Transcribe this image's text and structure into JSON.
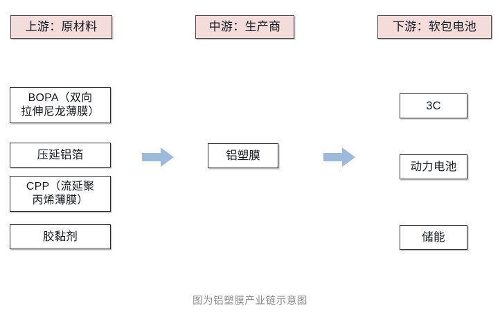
{
  "diagram": {
    "caption": "图为铝塑膜产业链示意图",
    "accent_fill": "#f3dcd9",
    "arrow_color": "#9dbadb",
    "box_border": "#2b2b2b",
    "caption_color": "#8d8d8d",
    "headers": [
      {
        "label": "上游：原材料"
      },
      {
        "label": "中游：生产商"
      },
      {
        "label": "下游：软包电池"
      }
    ],
    "upstream_items": [
      {
        "label": "BOPA（双向\n拉伸尼龙薄膜）"
      },
      {
        "label": "压延铝箔"
      },
      {
        "label": "CPP（流延聚\n丙烯薄膜）"
      },
      {
        "label": "胶黏剂"
      }
    ],
    "midstream_items": [
      {
        "label": "铝塑膜"
      }
    ],
    "downstream_items": [
      {
        "label": "3C"
      },
      {
        "label": "动力电池"
      },
      {
        "label": "储能"
      }
    ],
    "arrows": [
      {
        "name": "arrow-upstream-to-midstream"
      },
      {
        "name": "arrow-midstream-to-downstream"
      }
    ]
  }
}
